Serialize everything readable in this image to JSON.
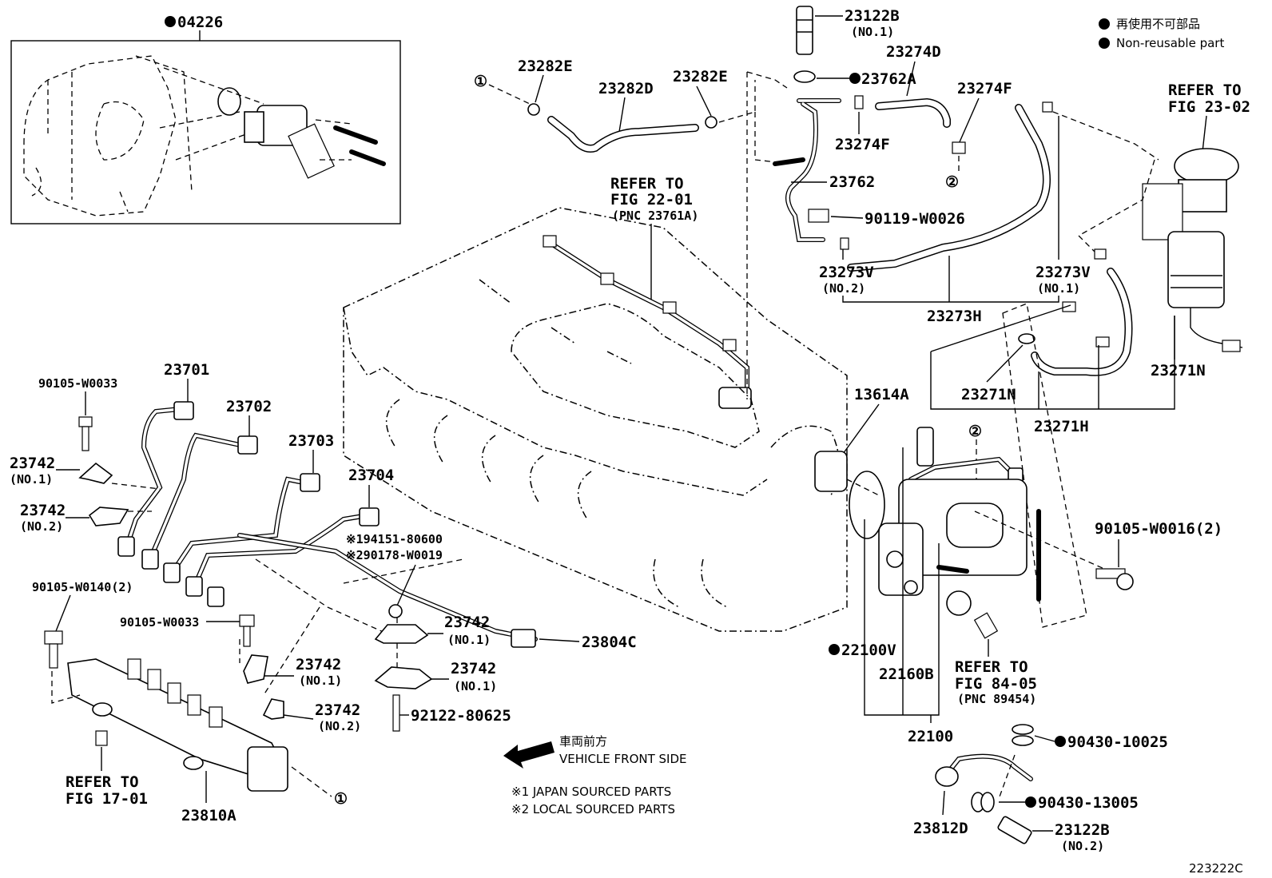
{
  "diagram_id": "223222C",
  "legend": {
    "jp": "再使用不可部品",
    "en": "Non-reusable part"
  },
  "orientation": {
    "jp": "車両前方",
    "en": "VEHICLE FRONT SIDE"
  },
  "footnotes": [
    "※1 JAPAN SOURCED PARTS",
    "※2 LOCAL SOURCED PARTS"
  ],
  "callouts": {
    "c04226": "04226",
    "c23282E_a": "23282E",
    "c23282D": "23282D",
    "c23282E_b": "23282E",
    "c23122B_top": "23122B",
    "c23122B_top_sub": "(NO.1)",
    "c23762A": "23762A",
    "c23274D": "23274D",
    "c23274F_a": "23274F",
    "c23274F_b": "23274F",
    "c23762": "23762",
    "c90119": "90119-W0026",
    "c23273V_2": "23273V",
    "c23273V_2_sub": "(NO.2)",
    "c23273V_1": "23273V",
    "c23273V_1_sub": "(NO.1)",
    "c23273H": "23273H",
    "c23271N_a": "23271N",
    "c23271N_b": "23271N",
    "c23271H": "23271H",
    "c13614A": "13614A",
    "c90105_W0033_a": "90105-W0033",
    "c23701": "23701",
    "c23702": "23702",
    "c23703": "23703",
    "c23704": "23704",
    "c23742_1a": "23742",
    "c23742_1a_sub": "(NO.1)",
    "c23742_2a": "23742",
    "c23742_2a_sub": "(NO.2)",
    "c194151": "※194151-80600",
    "c290178": "※290178-W0019",
    "c90105_W0140": "90105-W0140(2)",
    "c90105_W0033_b": "90105-W0033",
    "c23742_1b": "23742",
    "c23742_1b_sub": "(NO.1)",
    "c23742_1c": "23742",
    "c23742_1c_sub": "(NO.1)",
    "c23742_1d": "23742",
    "c23742_1d_sub": "(NO.1)",
    "c23742_2b": "23742",
    "c23742_2b_sub": "(NO.2)",
    "c23804C": "23804C",
    "c92122": "92122-80625",
    "c23810A": "23810A",
    "c22100V": "22100V",
    "c22160B": "22160B",
    "c22100": "22100",
    "c90105_W0016": "90105-W0016(2)",
    "c90430_10025": "90430-10025",
    "c90430_13005": "90430-13005",
    "c23122B_bot": "23122B",
    "c23122B_bot_sub": "(NO.2)",
    "c23812D": "23812D",
    "circle1": "①",
    "circle2": "②"
  },
  "refs": {
    "r2201_l1": "REFER TO",
    "r2201_l2": "FIG 22-01",
    "r2201_l3": "(PNC 23761A)",
    "r2302_l1": "REFER TO",
    "r2302_l2": "FIG 23-02",
    "r8405_l1": "REFER TO",
    "r8405_l2": "FIG 84-05",
    "r8405_l3": "(PNC 89454)",
    "r1701_l1": "REFER TO",
    "r1701_l2": "FIG 17-01"
  }
}
